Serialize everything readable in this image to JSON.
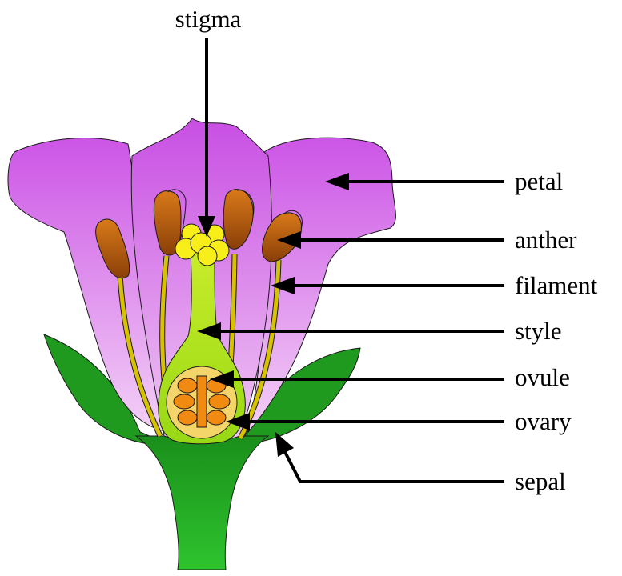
{
  "labels": {
    "stigma": "stigma",
    "petal": "petal",
    "anther": "anther",
    "filament": "filament",
    "style": "style",
    "ovule": "ovule",
    "ovary": "ovary",
    "sepal": "sepal"
  },
  "colors": {
    "petal_top": "#cf5ae8",
    "petal_bottom": "#f3cdf6",
    "sepal_green": "#1f9a1f",
    "stem_green": "#22b022",
    "pistil_green": "#a6e21a",
    "ovary_inner": "#f4d56a",
    "ovule_orange": "#f08a10",
    "anther_brown": "#a8520c",
    "filament_yellow": "#d8c200",
    "stigma_yellow": "#f8ee1a",
    "outline": "#1a1a1a",
    "arrow": "#000000"
  }
}
